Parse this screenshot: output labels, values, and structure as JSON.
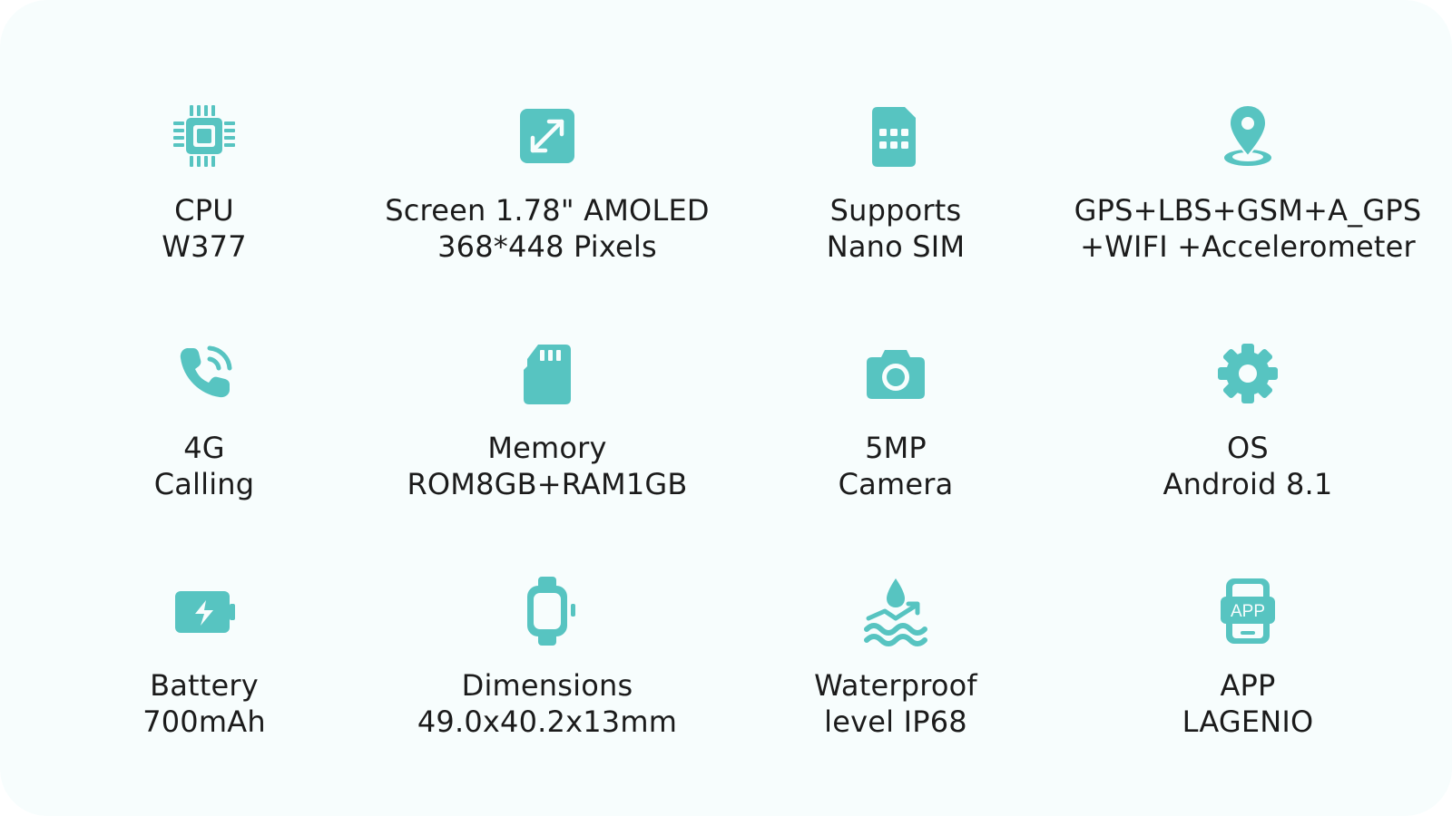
{
  "accent_color": "#57c4c1",
  "features": [
    {
      "icon": "cpu-chip-icon",
      "line1": "CPU",
      "line2": "W377"
    },
    {
      "icon": "screen-expand-icon",
      "line1": "Screen 1.78\"  AMOLED",
      "line2": "368*448 Pixels"
    },
    {
      "icon": "sim-card-icon",
      "line1": "Supports",
      "line2": "Nano SIM"
    },
    {
      "icon": "location-pin-icon",
      "line1": "GPS+LBS+GSM+A_GPS",
      "line2": "+WIFI +Accelerometer"
    },
    {
      "icon": "phone-call-icon",
      "line1": "4G",
      "line2": "Calling"
    },
    {
      "icon": "memory-card-icon",
      "line1": "Memory",
      "line2": "ROM8GB+RAM1GB"
    },
    {
      "icon": "camera-icon",
      "line1": "5MP",
      "line2": "Camera"
    },
    {
      "icon": "gear-icon",
      "line1": "OS",
      "line2": "Android 8.1"
    },
    {
      "icon": "battery-charging-icon",
      "line1": "Battery",
      "line2": "700mAh"
    },
    {
      "icon": "smartwatch-icon",
      "line1": "Dimensions",
      "line2": "49.0x40.2x13mm"
    },
    {
      "icon": "waterproof-drop-icon",
      "line1": "Waterproof",
      "line2": "level IP68"
    },
    {
      "icon": "app-icon",
      "line1": "APP",
      "line2": "LAGENIO",
      "icon_text": "APP"
    }
  ]
}
